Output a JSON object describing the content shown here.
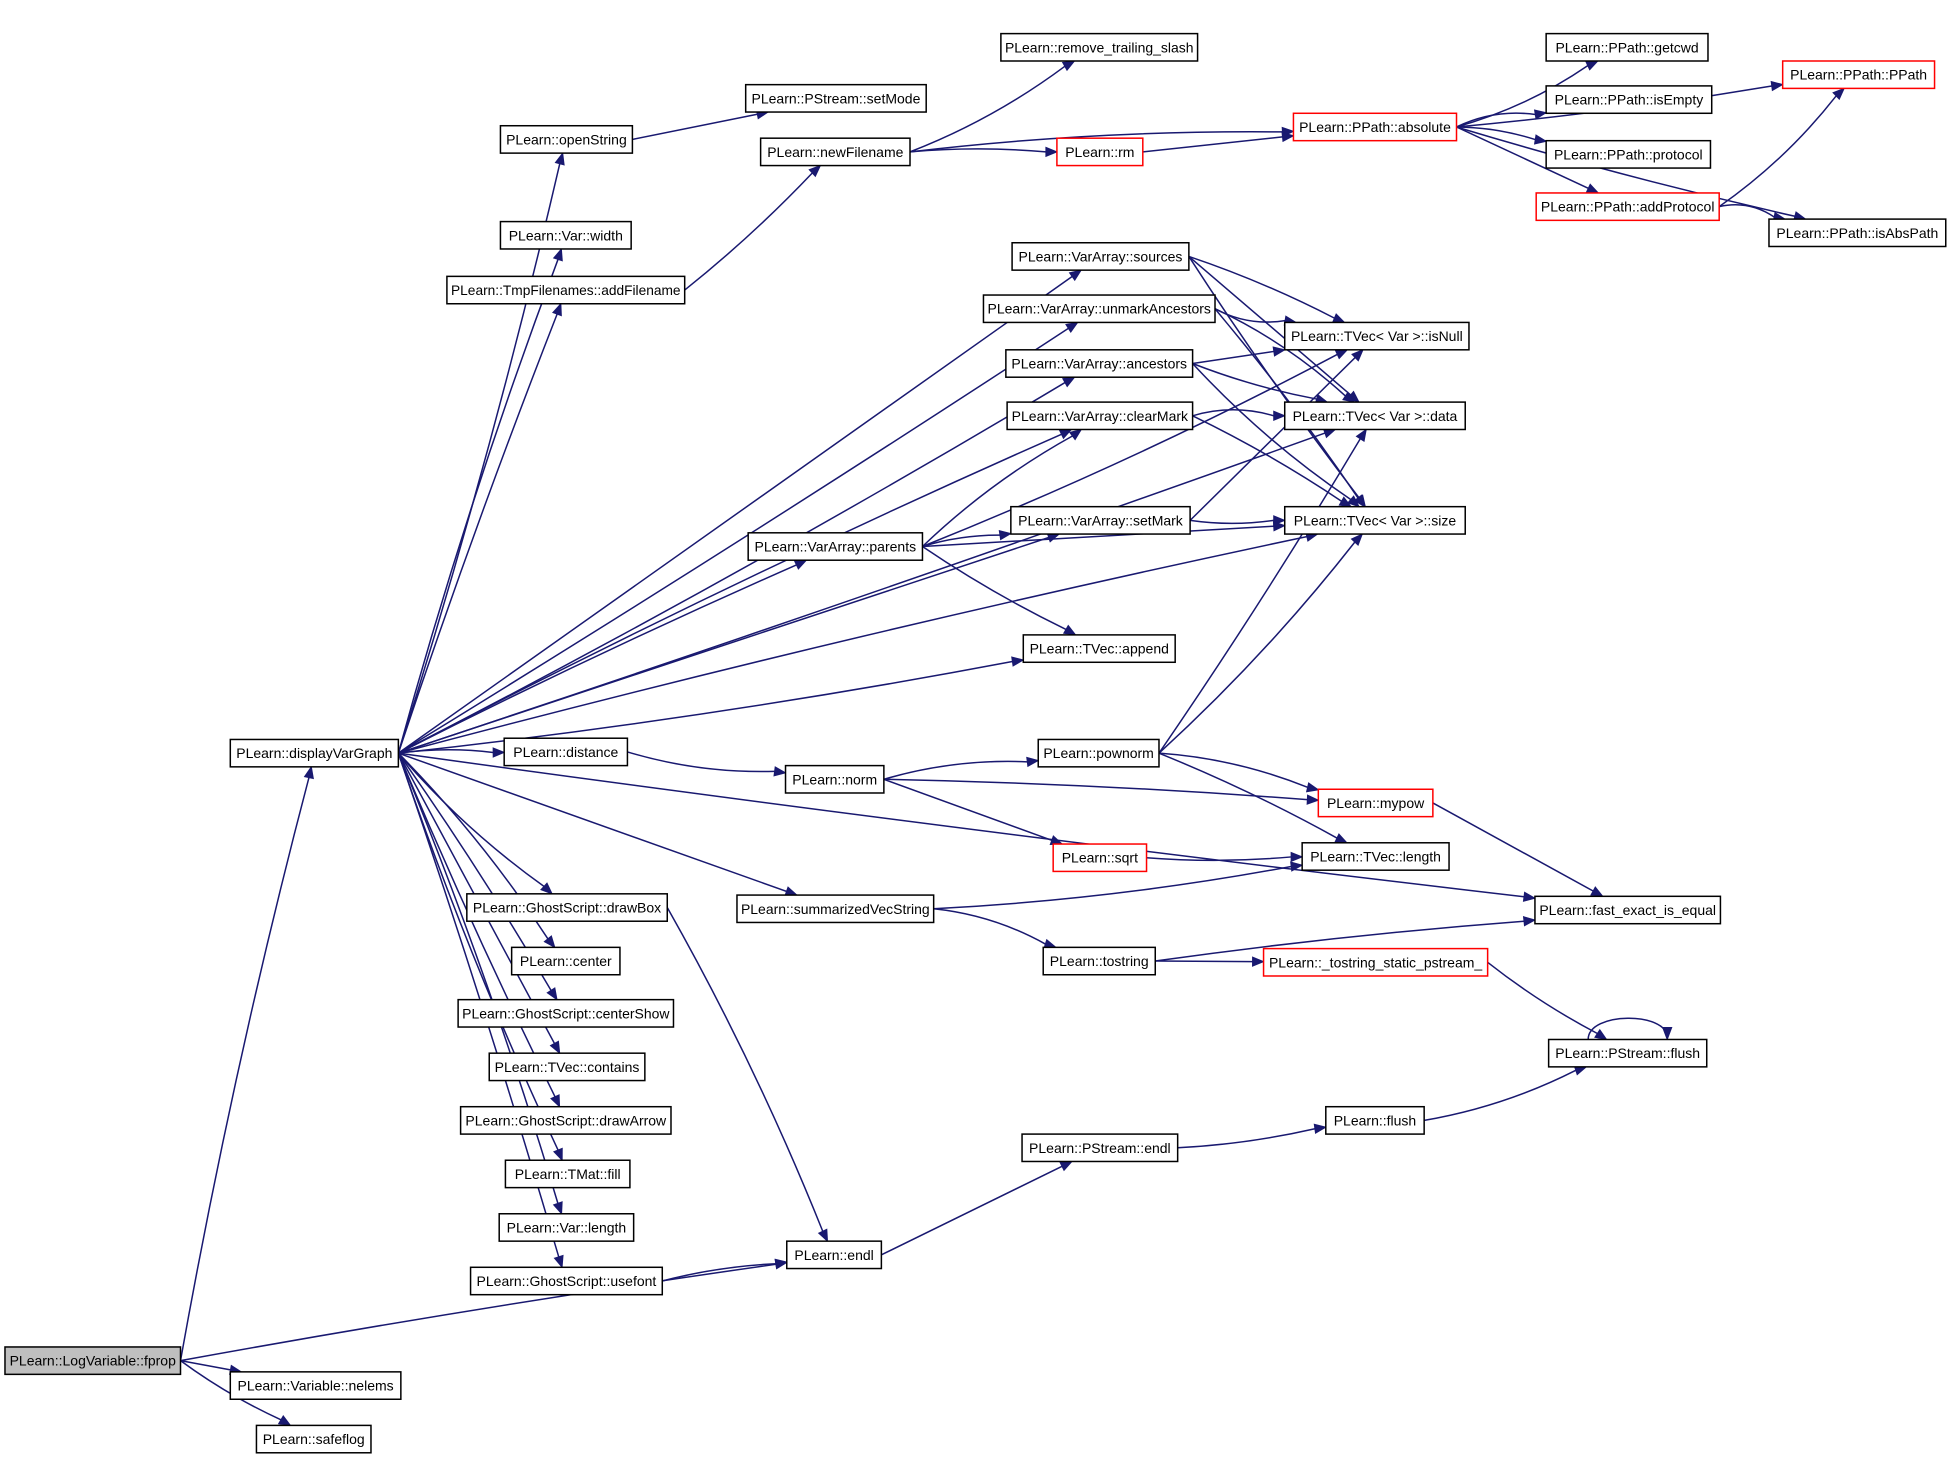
{
  "diagram": {
    "title": "",
    "nodes": [
      {
        "id": "logvariable_fprop",
        "label": "PLearn::LogVariable::fprop",
        "state": "current"
      },
      {
        "id": "variable_nelems",
        "label": "PLearn::Variable::nelems",
        "state": "normal"
      },
      {
        "id": "safeflog",
        "label": "PLearn::safeflog",
        "state": "normal"
      },
      {
        "id": "displayvargraph",
        "label": "PLearn::displayVarGraph",
        "state": "normal"
      },
      {
        "id": "openstring",
        "label": "PLearn::openString",
        "state": "normal"
      },
      {
        "id": "pstream_setmode",
        "label": "PLearn::PStream::setMode",
        "state": "normal"
      },
      {
        "id": "var_width",
        "label": "PLearn::Var::width",
        "state": "normal"
      },
      {
        "id": "tmpfilenames_addfilename",
        "label": "PLearn::TmpFilenames::addFilename",
        "state": "normal"
      },
      {
        "id": "newfilename",
        "label": "PLearn::newFilename",
        "state": "normal"
      },
      {
        "id": "remove_trailing_slash",
        "label": "PLearn::remove_trailing_slash",
        "state": "normal"
      },
      {
        "id": "rm",
        "label": "PLearn::rm",
        "state": "truncated"
      },
      {
        "id": "ppath_absolute",
        "label": "PLearn::PPath::absolute",
        "state": "truncated"
      },
      {
        "id": "ppath_getcwd",
        "label": "PLearn::PPath::getcwd",
        "state": "normal"
      },
      {
        "id": "ppath_isempty",
        "label": "PLearn::PPath::isEmpty",
        "state": "normal"
      },
      {
        "id": "ppath_protocol",
        "label": "PLearn::PPath::protocol",
        "state": "normal"
      },
      {
        "id": "ppath_addprotocol",
        "label": "PLearn::PPath::addProtocol",
        "state": "truncated"
      },
      {
        "id": "ppath_ppath",
        "label": "PLearn::PPath::PPath",
        "state": "truncated"
      },
      {
        "id": "ppath_isabspath",
        "label": "PLearn::PPath::isAbsPath",
        "state": "normal"
      },
      {
        "id": "vararray_sources",
        "label": "PLearn::VarArray::sources",
        "state": "normal"
      },
      {
        "id": "vararray_unmarkancestors",
        "label": "PLearn::VarArray::unmarkAncestors",
        "state": "normal"
      },
      {
        "id": "vararray_ancestors",
        "label": "PLearn::VarArray::ancestors",
        "state": "normal"
      },
      {
        "id": "vararray_clearmark",
        "label": "PLearn::VarArray::clearMark",
        "state": "normal"
      },
      {
        "id": "vararray_setmark",
        "label": "PLearn::VarArray::setMark",
        "state": "normal"
      },
      {
        "id": "vararray_parents",
        "label": "PLearn::VarArray::parents",
        "state": "normal"
      },
      {
        "id": "tvec_append",
        "label": "PLearn::TVec::append",
        "state": "normal"
      },
      {
        "id": "tvec_var_isnull",
        "label": "PLearn::TVec< Var >::isNull",
        "state": "normal"
      },
      {
        "id": "tvec_var_data",
        "label": "PLearn::TVec< Var >::data",
        "state": "normal"
      },
      {
        "id": "tvec_var_size",
        "label": "PLearn::TVec< Var >::size",
        "state": "normal"
      },
      {
        "id": "distance",
        "label": "PLearn::distance",
        "state": "normal"
      },
      {
        "id": "norm",
        "label": "PLearn::norm",
        "state": "normal"
      },
      {
        "id": "pownorm",
        "label": "PLearn::pownorm",
        "state": "normal"
      },
      {
        "id": "mypow",
        "label": "PLearn::mypow",
        "state": "truncated"
      },
      {
        "id": "sqrt",
        "label": "PLearn::sqrt",
        "state": "truncated"
      },
      {
        "id": "tvec_length",
        "label": "PLearn::TVec::length",
        "state": "normal"
      },
      {
        "id": "summarizedvecstring",
        "label": "PLearn::summarizedVecString",
        "state": "normal"
      },
      {
        "id": "fast_exact_is_equal",
        "label": "PLearn::fast_exact_is_equal",
        "state": "normal"
      },
      {
        "id": "tostring",
        "label": "PLearn::tostring",
        "state": "normal"
      },
      {
        "id": "tostring_static_pstream",
        "label": "PLearn::_tostring_static_pstream_",
        "state": "truncated"
      },
      {
        "id": "pstream_flush",
        "label": "PLearn::PStream::flush",
        "state": "normal"
      },
      {
        "id": "ghostscript_drawbox",
        "label": "PLearn::GhostScript::drawBox",
        "state": "normal"
      },
      {
        "id": "center",
        "label": "PLearn::center",
        "state": "normal"
      },
      {
        "id": "ghostscript_centershow",
        "label": "PLearn::GhostScript::centerShow",
        "state": "normal"
      },
      {
        "id": "tvec_contains",
        "label": "PLearn::TVec::contains",
        "state": "normal"
      },
      {
        "id": "ghostscript_drawarrow",
        "label": "PLearn::GhostScript::drawArrow",
        "state": "normal"
      },
      {
        "id": "tmat_fill",
        "label": "PLearn::TMat::fill",
        "state": "normal"
      },
      {
        "id": "var_length",
        "label": "PLearn::Var::length",
        "state": "normal"
      },
      {
        "id": "ghostscript_usefont",
        "label": "PLearn::GhostScript::usefont",
        "state": "normal"
      },
      {
        "id": "endl",
        "label": "PLearn::endl",
        "state": "normal"
      },
      {
        "id": "pstream_endl",
        "label": "PLearn::PStream::endl",
        "state": "normal"
      },
      {
        "id": "flush",
        "label": "PLearn::flush",
        "state": "normal"
      }
    ],
    "edges": [
      [
        "logvariable_fprop",
        "displayvargraph"
      ],
      [
        "logvariable_fprop",
        "endl"
      ],
      [
        "logvariable_fprop",
        "variable_nelems"
      ],
      [
        "logvariable_fprop",
        "safeflog"
      ],
      [
        "displayvargraph",
        "openstring"
      ],
      [
        "displayvargraph",
        "var_width"
      ],
      [
        "displayvargraph",
        "tmpfilenames_addfilename"
      ],
      [
        "displayvargraph",
        "vararray_sources"
      ],
      [
        "displayvargraph",
        "vararray_unmarkancestors"
      ],
      [
        "displayvargraph",
        "vararray_ancestors"
      ],
      [
        "displayvargraph",
        "vararray_clearmark"
      ],
      [
        "displayvargraph",
        "vararray_parents"
      ],
      [
        "displayvargraph",
        "vararray_setmark"
      ],
      [
        "displayvargraph",
        "tvec_var_data"
      ],
      [
        "displayvargraph",
        "tvec_append"
      ],
      [
        "displayvargraph",
        "tvec_var_size"
      ],
      [
        "displayvargraph",
        "distance"
      ],
      [
        "displayvargraph",
        "summarizedvecstring"
      ],
      [
        "displayvargraph",
        "fast_exact_is_equal"
      ],
      [
        "displayvargraph",
        "ghostscript_drawbox"
      ],
      [
        "displayvargraph",
        "center"
      ],
      [
        "displayvargraph",
        "ghostscript_centershow"
      ],
      [
        "displayvargraph",
        "tvec_contains"
      ],
      [
        "displayvargraph",
        "ghostscript_drawarrow"
      ],
      [
        "displayvargraph",
        "tmat_fill"
      ],
      [
        "displayvargraph",
        "var_length"
      ],
      [
        "displayvargraph",
        "ghostscript_usefont"
      ],
      [
        "openstring",
        "pstream_setmode"
      ],
      [
        "tmpfilenames_addfilename",
        "newfilename"
      ],
      [
        "newfilename",
        "remove_trailing_slash"
      ],
      [
        "newfilename",
        "ppath_absolute"
      ],
      [
        "newfilename",
        "rm"
      ],
      [
        "rm",
        "ppath_absolute"
      ],
      [
        "ppath_absolute",
        "ppath_ppath"
      ],
      [
        "ppath_absolute",
        "ppath_getcwd"
      ],
      [
        "ppath_absolute",
        "ppath_isempty"
      ],
      [
        "ppath_absolute",
        "ppath_protocol"
      ],
      [
        "ppath_absolute",
        "ppath_addprotocol"
      ],
      [
        "ppath_absolute",
        "ppath_isabspath"
      ],
      [
        "ppath_addprotocol",
        "ppath_ppath"
      ],
      [
        "ppath_addprotocol",
        "ppath_isabspath"
      ],
      [
        "vararray_sources",
        "tvec_var_isnull"
      ],
      [
        "vararray_sources",
        "tvec_var_data"
      ],
      [
        "vararray_sources",
        "tvec_var_size"
      ],
      [
        "vararray_unmarkancestors",
        "tvec_var_isnull"
      ],
      [
        "vararray_unmarkancestors",
        "tvec_var_data"
      ],
      [
        "vararray_unmarkancestors",
        "tvec_var_size"
      ],
      [
        "vararray_ancestors",
        "tvec_var_isnull"
      ],
      [
        "vararray_ancestors",
        "tvec_var_data"
      ],
      [
        "vararray_ancestors",
        "tvec_var_size"
      ],
      [
        "vararray_clearmark",
        "tvec_var_data"
      ],
      [
        "vararray_clearmark",
        "tvec_var_size"
      ],
      [
        "vararray_setmark",
        "tvec_var_isnull"
      ],
      [
        "vararray_setmark",
        "tvec_var_size"
      ],
      [
        "vararray_parents",
        "tvec_var_isnull"
      ],
      [
        "vararray_parents",
        "vararray_clearmark"
      ],
      [
        "vararray_parents",
        "vararray_setmark"
      ],
      [
        "vararray_parents",
        "tvec_var_size"
      ],
      [
        "vararray_parents",
        "tvec_append"
      ],
      [
        "distance",
        "norm"
      ],
      [
        "norm",
        "pownorm"
      ],
      [
        "norm",
        "mypow"
      ],
      [
        "norm",
        "sqrt"
      ],
      [
        "pownorm",
        "tvec_var_data"
      ],
      [
        "pownorm",
        "tvec_var_size"
      ],
      [
        "pownorm",
        "mypow"
      ],
      [
        "pownorm",
        "tvec_length"
      ],
      [
        "mypow",
        "fast_exact_is_equal"
      ],
      [
        "sqrt",
        "tvec_length"
      ],
      [
        "summarizedvecstring",
        "tvec_length"
      ],
      [
        "summarizedvecstring",
        "tostring"
      ],
      [
        "tostring",
        "fast_exact_is_equal"
      ],
      [
        "tostring",
        "tostring_static_pstream"
      ],
      [
        "tostring_static_pstream",
        "pstream_flush"
      ],
      [
        "pstream_flush",
        "pstream_flush"
      ],
      [
        "ghostscript_drawbox",
        "endl"
      ],
      [
        "ghostscript_usefont",
        "endl"
      ],
      [
        "endl",
        "pstream_endl"
      ],
      [
        "pstream_endl",
        "flush"
      ],
      [
        "flush",
        "pstream_flush"
      ]
    ]
  }
}
